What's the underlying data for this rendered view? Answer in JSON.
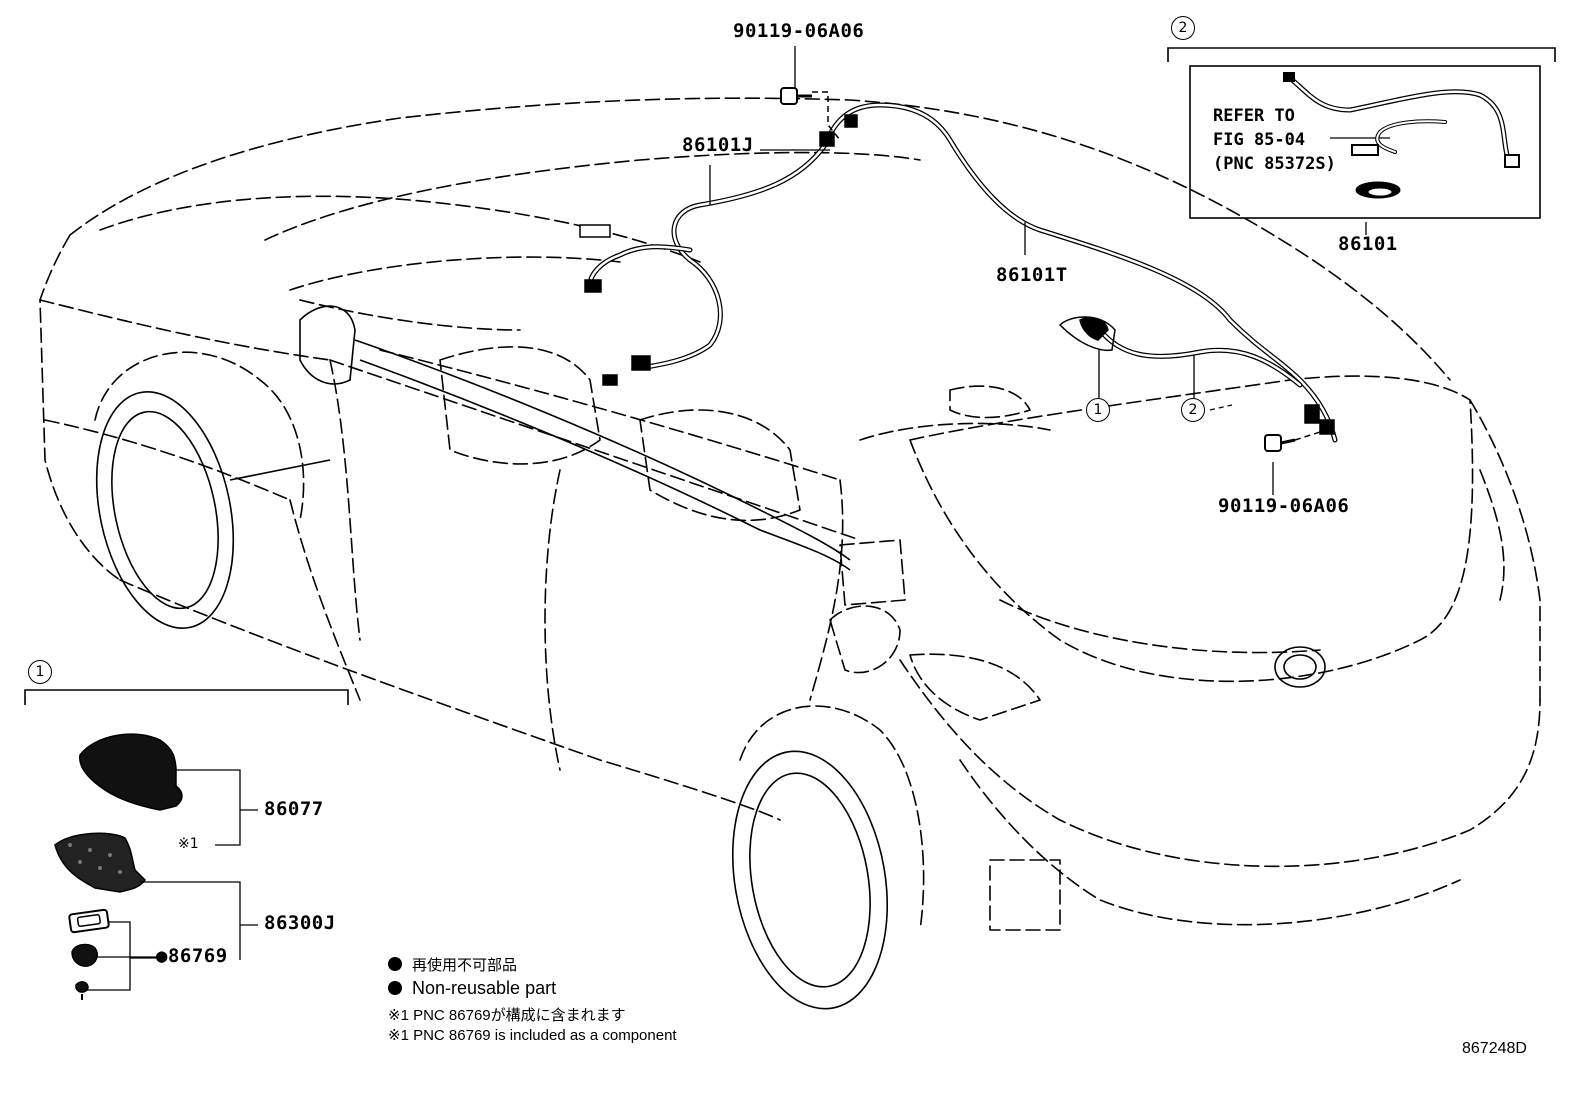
{
  "labels": {
    "bolt_top": "90119-06A06",
    "wire_front": "86101J",
    "wire_rear": "86101T",
    "bolt_rear": "90119-06A06",
    "wire_assy": "86101",
    "antenna_cover": "86077",
    "antenna_assy": "86300J",
    "pad": "86769",
    "pad_marker": "●",
    "note_mark_small": "※1",
    "drawing_no": "867248D"
  },
  "refer": {
    "line1": "REFER TO",
    "line2": "FIG 85-04",
    "line3": "(PNC 85372S)"
  },
  "callouts": {
    "one": "1",
    "two": "2"
  },
  "legend": {
    "jp_nonreusable": "再使用不可部品",
    "en_nonreusable": "Non-reusable part",
    "jp_note": "※1 PNC 86769が構成に含まれます",
    "en_note": "※1 PNC 86769 is included as a component"
  }
}
